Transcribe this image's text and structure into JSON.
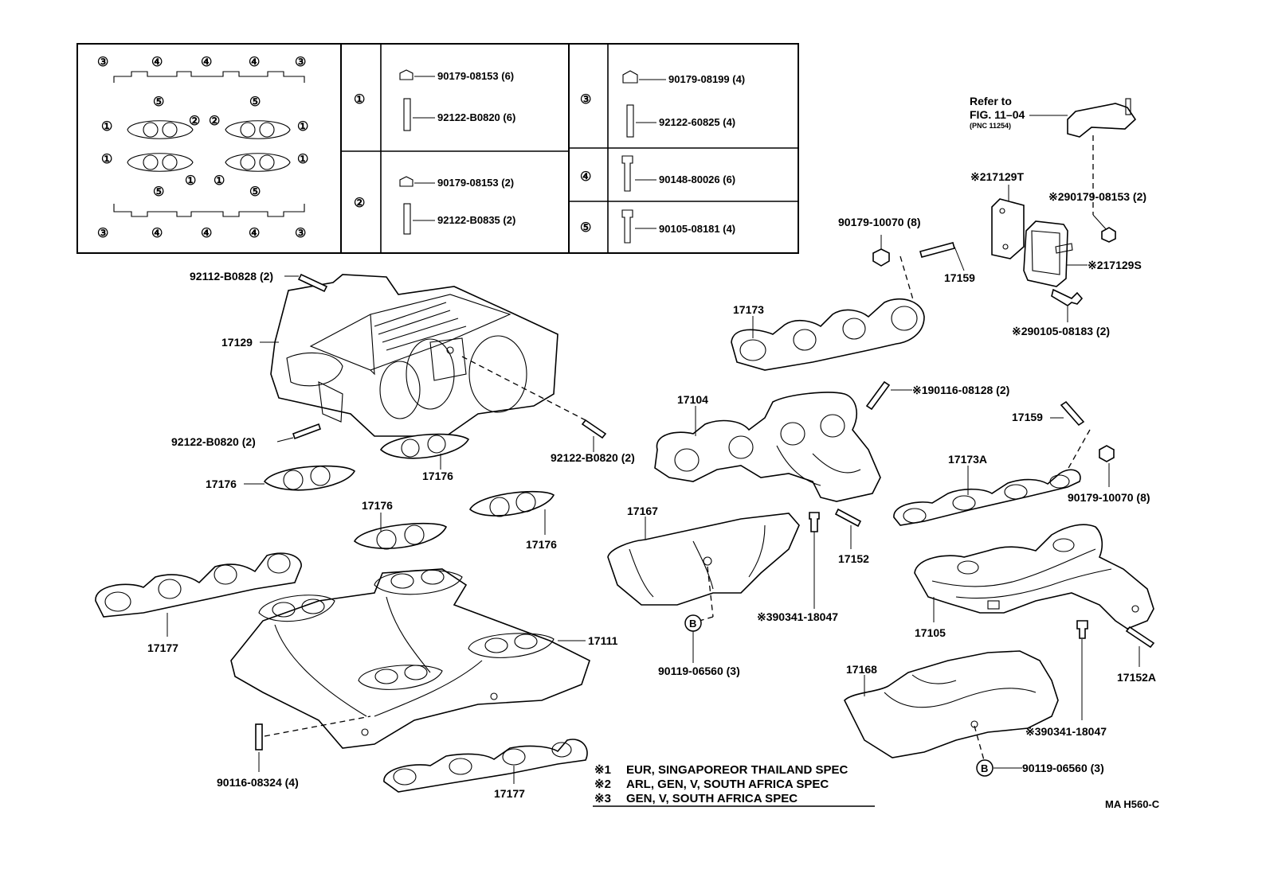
{
  "legend_table": {
    "groups": [
      {
        "mark": "①",
        "items": [
          {
            "pn": "90179-08153 (6)"
          },
          {
            "pn": "92122-B0820 (6)"
          }
        ]
      },
      {
        "mark": "②",
        "items": [
          {
            "pn": "90179-08153 (2)"
          },
          {
            "pn": "92122-B0835 (2)"
          }
        ]
      },
      {
        "mark": "③",
        "items": [
          {
            "pn": "90179-08199 (4)"
          },
          {
            "pn": "92122-60825 (4)"
          }
        ]
      },
      {
        "mark": "④",
        "items": [
          {
            "pn": "90148-80026 (6)"
          }
        ]
      },
      {
        "mark": "⑤",
        "items": [
          {
            "pn": "90105-08181 (4)"
          }
        ]
      }
    ],
    "pattern_marks": {
      "top_row": [
        "③",
        "④",
        "④",
        "④",
        "③"
      ],
      "bottom_row": [
        "③",
        "④",
        "④",
        "④",
        "③"
      ],
      "five": "⑤",
      "one": "①",
      "two": "②"
    }
  },
  "callouts": {
    "c92112_B0828": "92112-B0828 (2)",
    "c17129": "17129",
    "c92122_B0820_a": "92122-B0820 (2)",
    "c92122_B0820_b": "92122-B0820 (2)",
    "c17176_a": "17176",
    "c17176_b": "17176",
    "c17176_c": "17176",
    "c17176_d": "17176",
    "c17177_a": "17177",
    "c17177_b": "17177",
    "c17111": "17111",
    "c90116_08324": "90116-08324 (4)",
    "refer_line1": "Refer to",
    "refer_line2": "FIG. 11–04",
    "refer_line3": "(PNC 11254)",
    "c217129T": "※217129T",
    "c290179_08153": "※290179-08153 (2)",
    "c217129S": "※217129S",
    "c290105_08183": "※290105-08183 (2)",
    "c90179_10070_a": "90179-10070 (8)",
    "c90179_10070_b": "90179-10070 (8)",
    "c17159_a": "17159",
    "c17159_b": "17159",
    "c17173": "17173",
    "c17173A": "17173A",
    "c190116_08128": "※190116-08128 (2)",
    "c17104": "17104",
    "c17167": "17167",
    "c17152": "17152",
    "c17152A": "17152A",
    "c390341_18047_a": "※390341-18047",
    "c390341_18047_b": "※390341-18047",
    "c90119_06560_a": "90119-06560 (3)",
    "c90119_06560_b": "90119-06560 (3)",
    "c17105": "17105",
    "c17168": "17168",
    "b_mark": "B"
  },
  "notes": [
    {
      "mark": "※1",
      "text": "EUR, SINGAPOREOR THAILAND SPEC"
    },
    {
      "mark": "※2",
      "text": "ARL, GEN, V, SOUTH AFRICA SPEC"
    },
    {
      "mark": "※3",
      "text": "GEN, V, SOUTH AFRICA SPEC"
    }
  ],
  "figure_id": "MA H560-C"
}
